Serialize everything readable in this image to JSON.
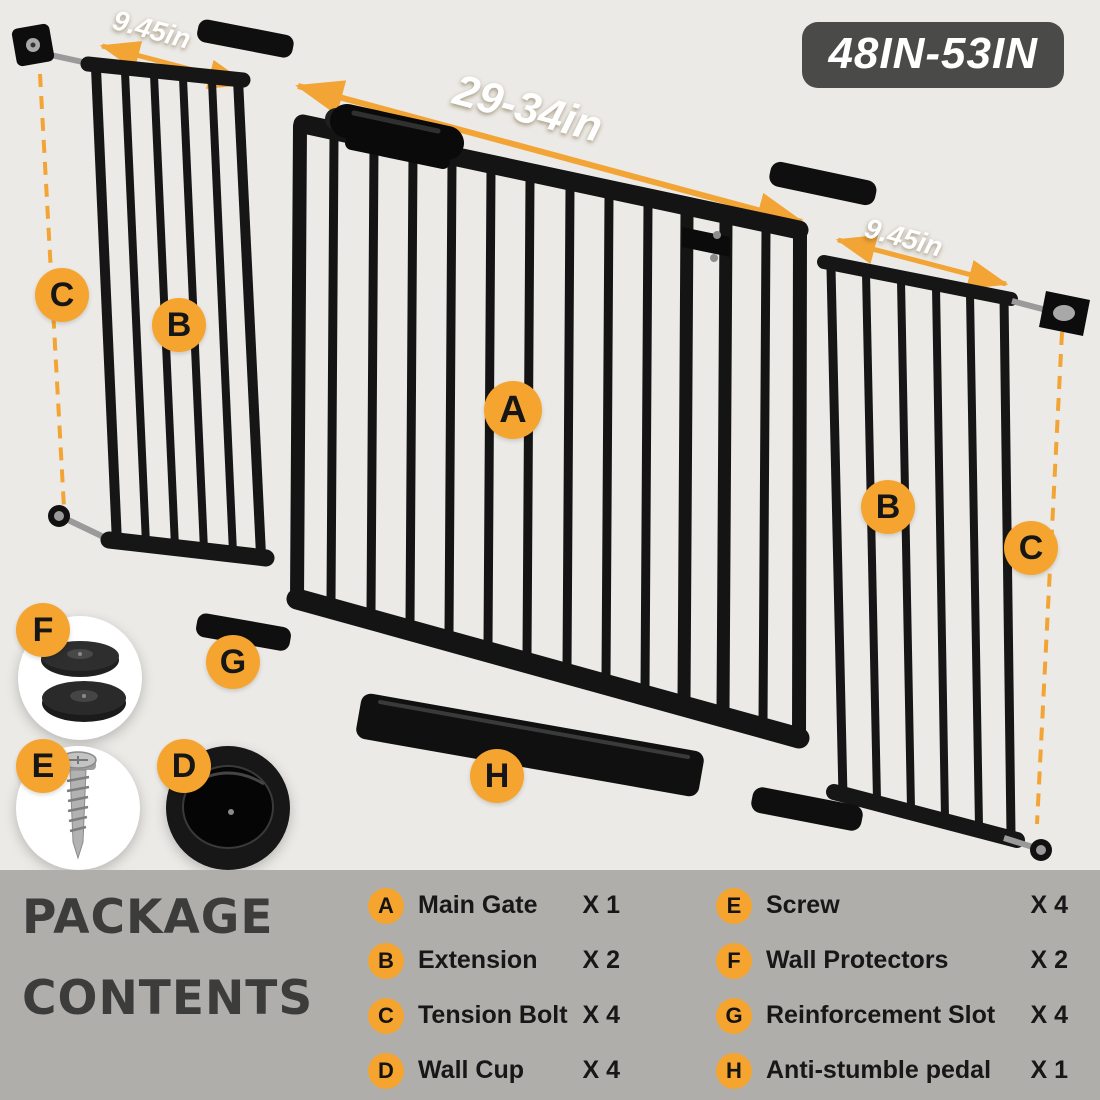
{
  "badge": {
    "text": "48IN-53IN"
  },
  "dims": {
    "left_extension": "9.45in",
    "main_gate": "29-34in",
    "right_extension": "9.45in"
  },
  "letters": {
    "a": "A",
    "b": "B",
    "c": "C",
    "d": "D",
    "e": "E",
    "f": "F",
    "g": "G",
    "h": "H"
  },
  "package": {
    "title_line1": "PACKAGE",
    "title_line2": "CONTENTS",
    "items": [
      {
        "key": "A",
        "name": "Main Gate",
        "qty": "X 1"
      },
      {
        "key": "B",
        "name": "Extension",
        "qty": "X 2"
      },
      {
        "key": "C",
        "name": "Tension Bolt",
        "qty": "X 4"
      },
      {
        "key": "D",
        "name": "Wall Cup",
        "qty": "X 4"
      },
      {
        "key": "E",
        "name": "Screw",
        "qty": "X 4"
      },
      {
        "key": "F",
        "name": "Wall Protectors",
        "qty": "X 2"
      },
      {
        "key": "G",
        "name": "Reinforcement Slot",
        "qty": "X 4"
      },
      {
        "key": "H",
        "name": "Anti-stumble pedal",
        "qty": "X 1"
      }
    ]
  },
  "colors": {
    "accent_orange": "#F2A435",
    "badge_bg": "#4A4A48",
    "top_bg": "#ECEAE6",
    "bottom_bg": "#AFAEAB",
    "gate_black": "#141414"
  }
}
